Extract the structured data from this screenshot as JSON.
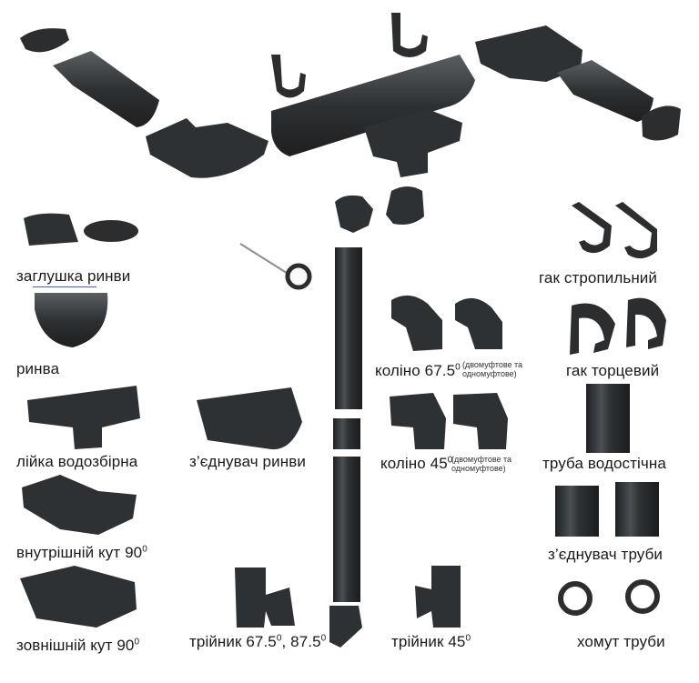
{
  "colors": {
    "part_dark": "#2b2d2f",
    "part_mid": "#44484b",
    "part_light": "#7a7f83",
    "text": "#1a1a1a"
  },
  "labels": {
    "end_cap": "заглушка ринви",
    "gutter": "ринва",
    "outlet": "лійка водозбірна",
    "gutter_connector": "з’єднувач ринви",
    "inner_corner": "внутрішній кут 90",
    "outer_corner": "зовнішній кут  90",
    "elbow_675": "коліно 67.5",
    "elbow_675_note_1": "(двомуфтове та",
    "elbow_675_note_2": "одномуфтове)",
    "elbow_45": "коліно 45",
    "elbow_45_note_1": "(двомуфтове та",
    "elbow_45_note_2": "одномуфтове)",
    "tee_675": "трійник 67.5",
    "tee_675_mid": ", 87.5",
    "tee_45": "трійник 45",
    "rafter_hook": "гак стропильний",
    "fascia_hook": "гак торцевий",
    "downpipe": "труба водостічна",
    "pipe_connector": "з’єднувач труби",
    "pipe_clamp": "хомут труби",
    "degree": "0"
  }
}
